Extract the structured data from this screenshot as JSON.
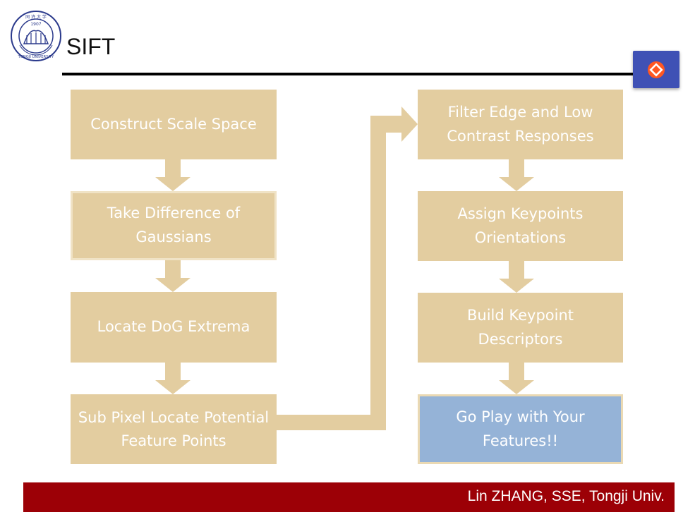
{
  "header": {
    "title": "SIFT",
    "logo_name": "tongji-university-seal",
    "logo_text": "TONGJI UNIVERSITY 1907"
  },
  "corner_button": {
    "icon": "diamond-target-icon",
    "color": "#3f51b5"
  },
  "flow": {
    "left_column": [
      "Construct Scale Space",
      "Take Difference of Gaussians",
      "Locate DoG Extrema",
      "Sub Pixel Locate Potential Feature Points"
    ],
    "right_column": [
      "Filter Edge and Low Contrast Responses",
      "Assign Keypoints Orientations",
      "Build Keypoint Descriptors",
      "Go Play with Your Features!!"
    ],
    "box_color": "#e3cda0",
    "final_box_color": "#95b3d7"
  },
  "footer": {
    "text": "Lin ZHANG, SSE, Tongji Univ.",
    "color": "#9c0006"
  }
}
